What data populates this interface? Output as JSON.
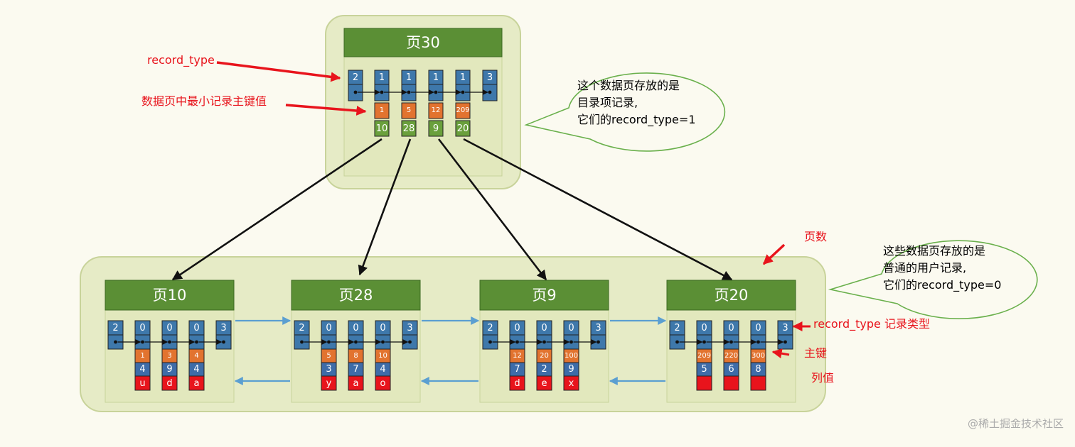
{
  "top_page": {
    "title": "页30",
    "types": [
      "2",
      "1",
      "1",
      "1",
      "1",
      "3"
    ],
    "min_keys": [
      "1",
      "5",
      "12",
      "209"
    ],
    "page_nos": [
      "10",
      "28",
      "9",
      "20"
    ]
  },
  "leaf_pages": [
    {
      "title": "页10",
      "types": [
        "2",
        "0",
        "0",
        "0",
        "3"
      ],
      "keys": [
        "1",
        "3",
        "4"
      ],
      "col1": [
        "4",
        "9",
        "4"
      ],
      "col2": [
        "u",
        "d",
        "a"
      ]
    },
    {
      "title": "页28",
      "types": [
        "2",
        "0",
        "0",
        "0",
        "3"
      ],
      "keys": [
        "5",
        "8",
        "10"
      ],
      "col1": [
        "3",
        "7",
        "4"
      ],
      "col2": [
        "y",
        "a",
        "o"
      ]
    },
    {
      "title": "页9",
      "types": [
        "2",
        "0",
        "0",
        "0",
        "3"
      ],
      "keys": [
        "12",
        "20",
        "100"
      ],
      "col1": [
        "7",
        "2",
        "9"
      ],
      "col2": [
        "d",
        "e",
        "x"
      ]
    },
    {
      "title": "页20",
      "types": [
        "2",
        "0",
        "0",
        "0",
        "3"
      ],
      "keys": [
        "209",
        "220",
        "300"
      ],
      "col1": [
        "5",
        "6",
        "8"
      ],
      "col2": [
        "",
        "",
        ""
      ]
    }
  ],
  "annotations": {
    "record_type": "record_type",
    "min_key": "数据页中最小记录主键值",
    "page_no": "页数",
    "record_type_cn": "record_type 记录类型",
    "primary_key": "主键",
    "column_value": "列值"
  },
  "bubbles": {
    "top": [
      "这个数据页存放的是",
      "目录项记录,",
      "它们的record_type=1"
    ],
    "leaf": [
      "这些数据页存放的是",
      "普通的用户记录,",
      "它们的record_type=0"
    ]
  },
  "watermark": "@稀土掘金技术社区",
  "colors": {
    "background": "#fbfaf0",
    "container_fill": "#e6ebc6",
    "container_stroke": "#c8d39a",
    "page_header": "#5b8f35",
    "type_cell": "#3e78ab",
    "key_cell": "#e2732f",
    "page_no_cell": "#6aa03c",
    "col1_cell": "#3e6ca8",
    "col2_cell": "#e8141c",
    "annotation": "#e8141c",
    "link_arrow": "#5b9fd1"
  }
}
